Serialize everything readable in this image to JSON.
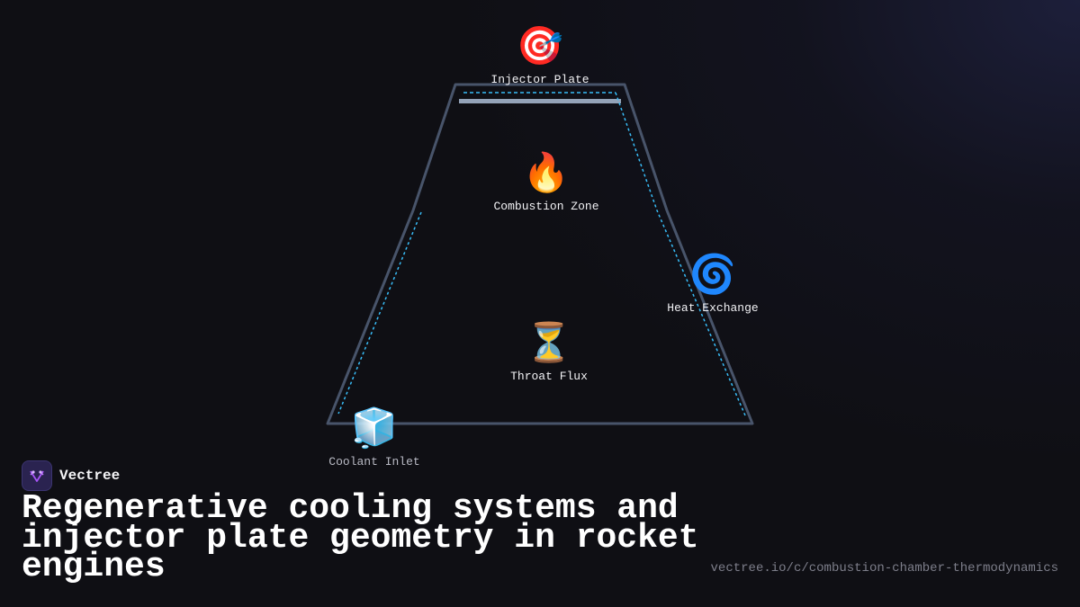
{
  "diagram": {
    "nodes": [
      {
        "id": "injector",
        "icon": "target-icon",
        "glyph": "🎯",
        "label": "Injector Plate"
      },
      {
        "id": "combustion",
        "icon": "fire-icon",
        "glyph": "🔥",
        "label": "Combustion Zone"
      },
      {
        "id": "heat",
        "icon": "cyclone-icon",
        "glyph": "🌀",
        "label": "Heat Exchange"
      },
      {
        "id": "throat",
        "icon": "hourglass-icon",
        "glyph": "⏳",
        "label": "Throat Flux"
      },
      {
        "id": "coolant",
        "icon": "ice-cube-icon",
        "glyph": "🧊",
        "label": "Coolant Inlet"
      }
    ],
    "colors": {
      "chamber_outline": "#48546a",
      "coolant_dash": "#38bdf8",
      "injector_plate": "#94a3b8"
    }
  },
  "brand": {
    "name": "Vectree",
    "accent": "#a855f7"
  },
  "headline": "Regenerative cooling systems and injector plate geometry in rocket engines",
  "url": "vectree.io/c/combustion-chamber-thermodynamics"
}
